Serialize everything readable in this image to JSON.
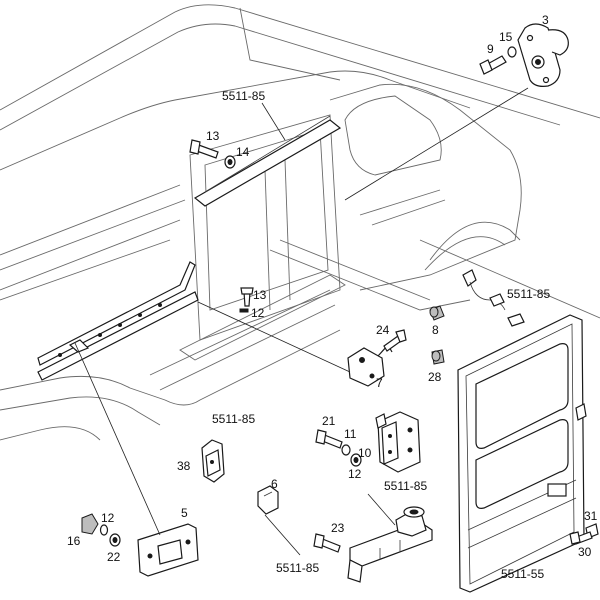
{
  "labels": {
    "part_3": "3",
    "part_15": "15",
    "part_9": "9",
    "ref_top": "5511-85",
    "part_13_top": "13",
    "part_14": "14",
    "part_13_mid": "13",
    "part_12_mid": "12",
    "ref_right_upper": "5511-85",
    "part_8": "8",
    "part_24": "24",
    "part_28": "28",
    "part_7": "7",
    "ref_sill": "5511-85",
    "part_21": "21",
    "part_11": "11",
    "part_10": "10",
    "part_12_lower": "12",
    "ref_hinge": "5511-85",
    "part_38": "38",
    "part_6": "6",
    "part_5": "5",
    "part_12_bottom": "12",
    "part_16": "16",
    "part_22": "22",
    "part_23": "23",
    "ref_bottom": "5511-85",
    "ref_door": "5511-55",
    "part_31": "31",
    "part_30": "30"
  }
}
